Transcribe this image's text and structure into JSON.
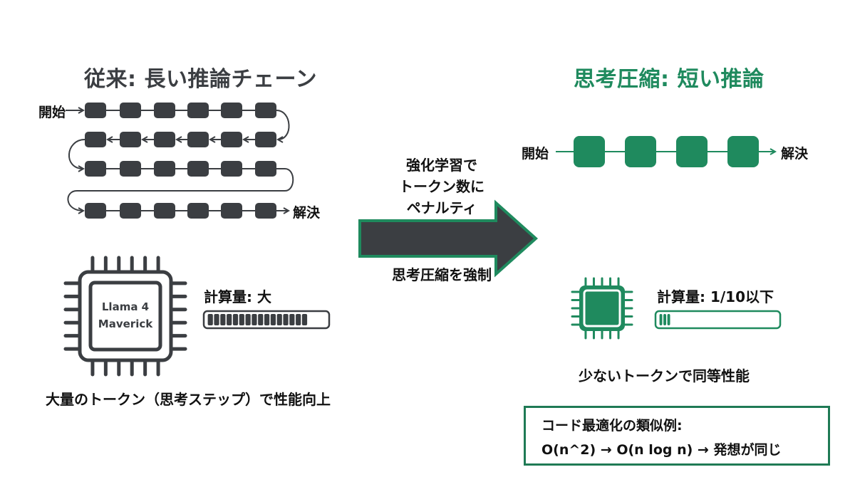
{
  "left_panel": {
    "title": "従来: 長い推論チェーン",
    "start_label": "開始",
    "end_label": "解決",
    "chain_rows": 4,
    "nodes_per_row": 6,
    "chip_label_line1": "Llama 4",
    "chip_label_line2": "Maverick",
    "compute_label": "計算量: 大",
    "compute_fill_fraction": 0.85,
    "compute_segments_filled": 16,
    "caption": "大量のトークン（思考ステップ）で性能向上",
    "color": "#3b3e42"
  },
  "middle": {
    "top_text_line1": "強化学習で",
    "top_text_line2": "トークン数に",
    "top_text_line3": "ペナルティ",
    "bottom_text": "思考圧縮を強制",
    "arrow_fill": "#3b3e42",
    "arrow_border": "#1f8a5e"
  },
  "right_panel": {
    "title": "思考圧縮: 短い推論",
    "start_label": "開始",
    "end_label": "解決",
    "nodes": 4,
    "compute_label": "計算量: 1/10以下",
    "compute_fill_fraction": 0.1,
    "compute_segments_filled": 3,
    "caption": "少ないトークンで同等性能",
    "color": "#1f8a5e"
  },
  "analogy": {
    "title": "コード最適化の類似例:",
    "line": "O(n^2)  →  O(n log n)  →  発想が同じ"
  }
}
